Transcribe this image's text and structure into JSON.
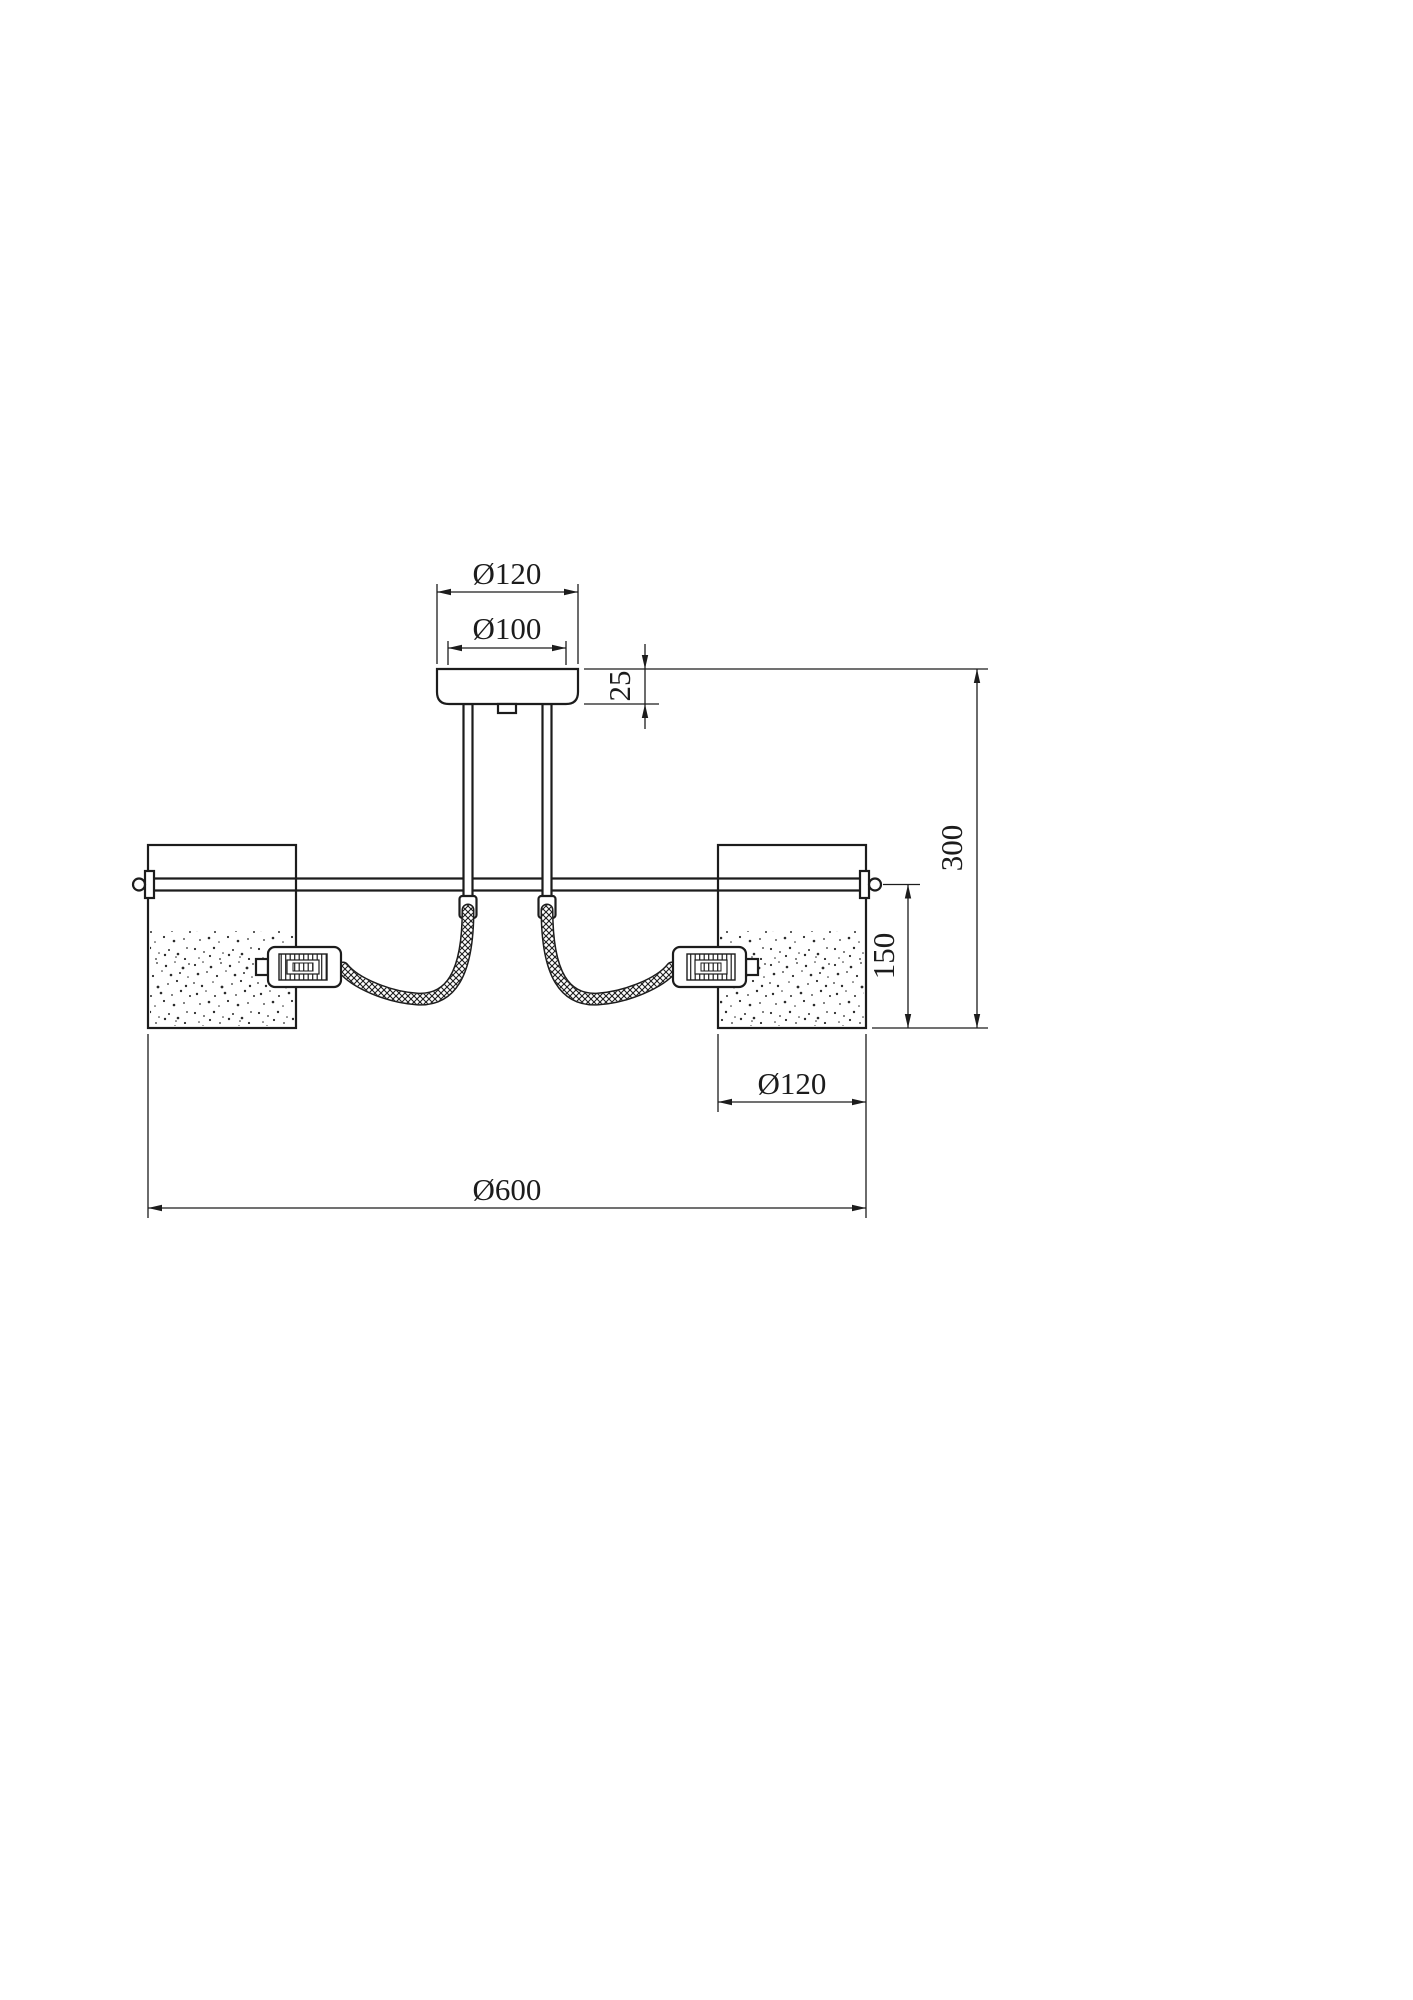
{
  "colors": {
    "ink": "#1c1c1c",
    "paper": "#ffffff"
  },
  "dims": {
    "canopy_outer_diameter": "Ø120",
    "canopy_inner_diameter": "Ø100",
    "canopy_height": "25",
    "overall_height": "300",
    "shade_height": "150",
    "shade_diameter": "Ø120",
    "overall_diameter": "Ø600"
  }
}
